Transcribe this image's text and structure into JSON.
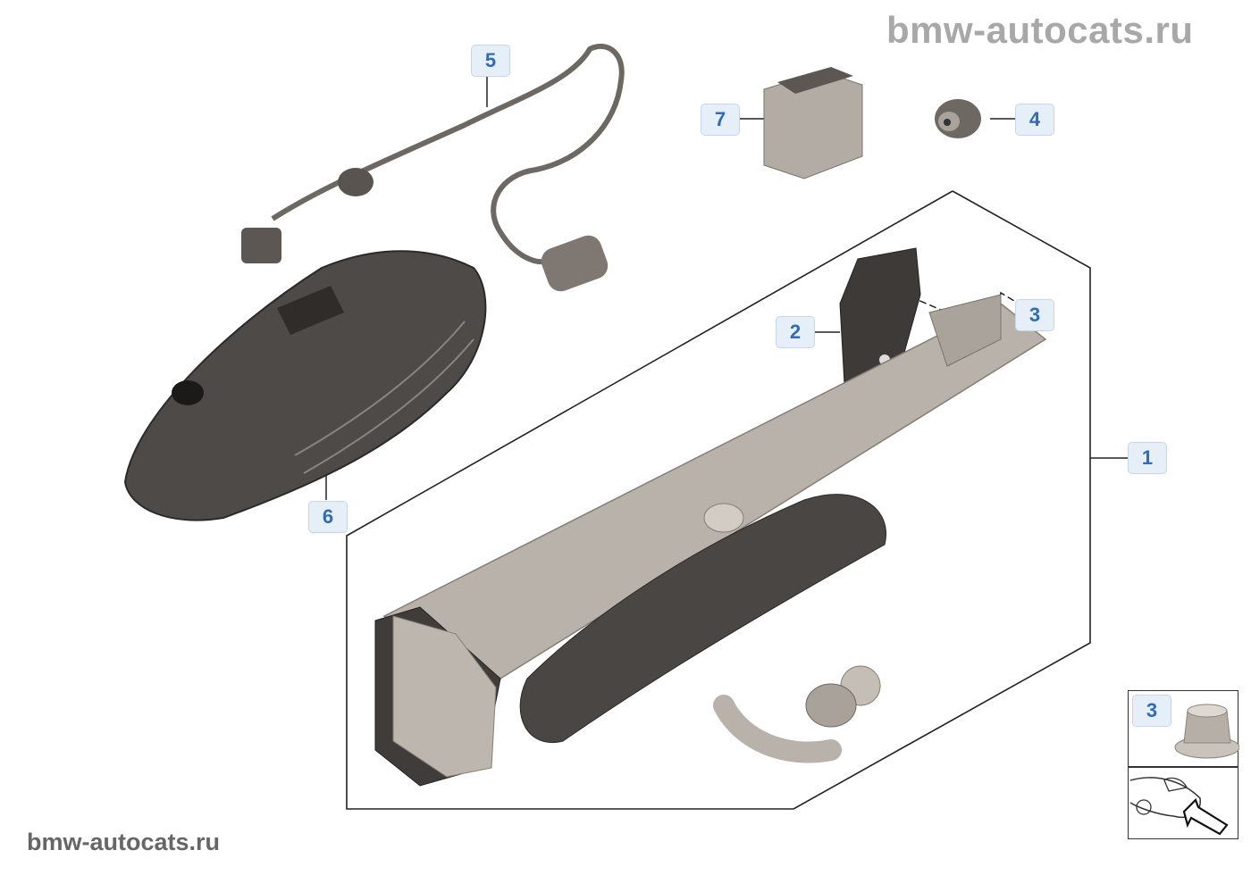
{
  "watermarks": {
    "top": "bmw-autocats.ru",
    "bottom": "bmw-autocats.ru"
  },
  "callouts": [
    {
      "id": "1",
      "part": "towbar-assembly"
    },
    {
      "id": "2",
      "part": "gasket-plate"
    },
    {
      "id": "3",
      "part": "nut"
    },
    {
      "id": "4",
      "part": "plug-cap"
    },
    {
      "id": "5",
      "part": "wiring-harness"
    },
    {
      "id": "6",
      "part": "cover"
    },
    {
      "id": "7",
      "part": "control-unit"
    }
  ],
  "inset": {
    "label": "3",
    "part": "nut"
  },
  "colors": {
    "callout_text": "#2e6cb5",
    "callout_bg": "#e6eef8",
    "metal": "#b8b2aa",
    "dark_part": "#4a4a4a"
  }
}
